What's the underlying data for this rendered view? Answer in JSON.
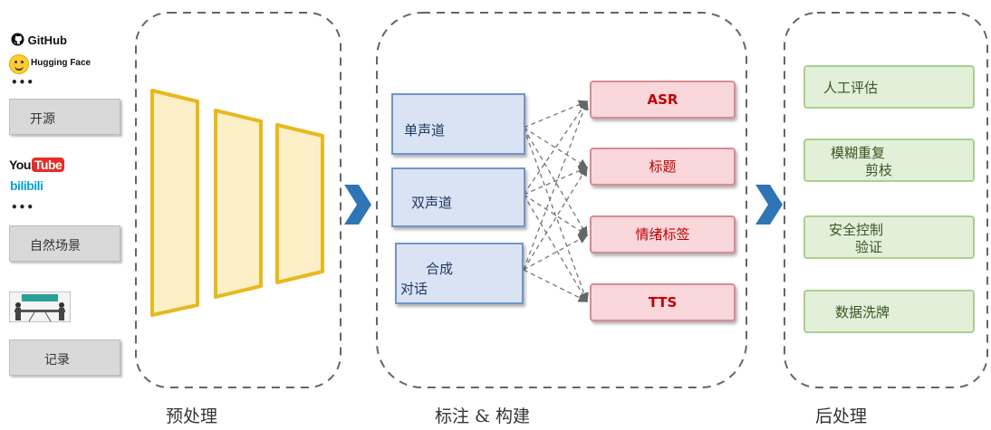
{
  "sources": {
    "open_source": {
      "logos": [
        "GitHub",
        "Hugging Face"
      ],
      "more": "•••",
      "label": "开源"
    },
    "natural": {
      "logos": [
        "You",
        "Tube",
        "bilibili"
      ],
      "more": "•••",
      "label": "自然场景"
    },
    "record": {
      "label": "记录"
    }
  },
  "annotation": {
    "inputs": [
      {
        "label": "单声道"
      },
      {
        "label": "双声道"
      },
      {
        "line1": "合成",
        "line2": "对话"
      }
    ],
    "outputs": [
      {
        "label": "ASR"
      },
      {
        "label": "标题"
      },
      {
        "label": "情绪标签"
      },
      {
        "label": "TTS"
      }
    ]
  },
  "postprocess": [
    {
      "line1": "人工评估",
      "line2": ""
    },
    {
      "line1": "模糊重复",
      "line2": "剪枝"
    },
    {
      "line1": "安全控制",
      "line2": "验证"
    },
    {
      "line1": "数据洗牌",
      "line2": ""
    }
  ],
  "stages": {
    "pre": "预处理",
    "annotate": "标注 & 构建",
    "post": "后处理"
  },
  "colors": {
    "funnel_fill": "#fdf0c8",
    "funnel_stroke": "#e8b820",
    "chevron": "#2e75b6",
    "dash": "#666666"
  }
}
